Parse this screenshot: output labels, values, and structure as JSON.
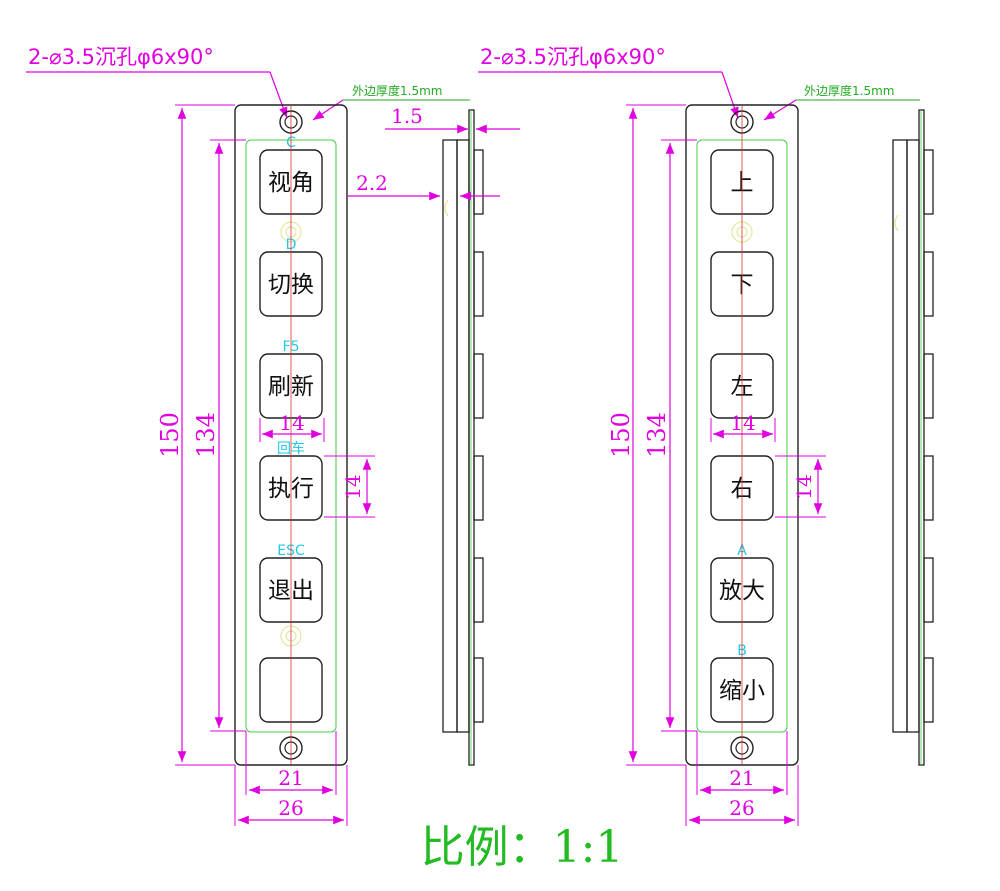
{
  "colors": {
    "dimension": "#e000e0",
    "outline": "#222222",
    "inner_frame": "#44cc44",
    "centerline": "#e03030",
    "hole_ghost": "#e6e6a0",
    "function_label": "#22c8e6",
    "scale_text": "#22bb22"
  },
  "panels": [
    {
      "callout_holes": "2-⌀3.5沉孔φ6x90°",
      "callout_edge": "外边厚度1.5mm",
      "dim_total_height": "150",
      "dim_key_height": "134",
      "dim_key_width": "14",
      "dim_key_height_small": "14",
      "dim_inner_width": "21",
      "dim_outer_width": "26",
      "dim_edge_thickness": "1.5",
      "dim_side_offset": "2.2",
      "keys": [
        {
          "label": "视角",
          "function": "C"
        },
        {
          "label": "切换",
          "function": "D"
        },
        {
          "label": "刷新",
          "function": "F5"
        },
        {
          "label": "执行",
          "function": "回车"
        },
        {
          "label": "退出",
          "function": "ESC"
        },
        {
          "label": "",
          "function": ""
        }
      ]
    },
    {
      "callout_holes": "2-⌀3.5沉孔φ6x90°",
      "callout_edge": "外边厚度1.5mm",
      "dim_total_height": "150",
      "dim_key_height": "134",
      "dim_key_width": "14",
      "dim_key_height_small": "14",
      "dim_inner_width": "21",
      "dim_outer_width": "26",
      "keys": [
        {
          "label": "上",
          "function": ""
        },
        {
          "label": "下",
          "function": ""
        },
        {
          "label": "左",
          "function": ""
        },
        {
          "label": "右",
          "function": ""
        },
        {
          "label": "放大",
          "function": "A"
        },
        {
          "label": "缩小",
          "function": "B"
        }
      ]
    }
  ],
  "scale_label": "比例：1:1"
}
